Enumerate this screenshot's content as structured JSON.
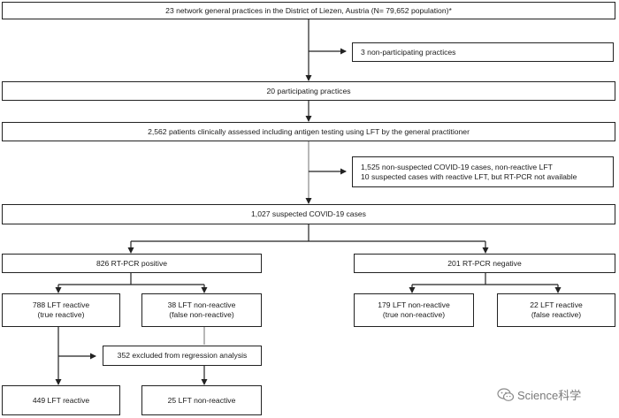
{
  "flowchart": {
    "top": "23 network general practices in the District of Liezen, Austria (N= 79,652 population)*",
    "non_participating": "3 non-participating practices",
    "participating": "20 participating practices",
    "assessed": "2,562 patients clinically assessed including antigen testing using LFT by the general practitioner",
    "excluded_lines": [
      "1,525 non-suspected COVID-19 cases, non-reactive LFT",
      "10 suspected cases with reactive LFT, but RT-PCR not available"
    ],
    "suspected": "1,027 suspected COVID-19 cases",
    "pcr_positive": "826 RT-PCR  positive",
    "pcr_negative": "201 RT-PCR negative",
    "lft_reactive_true": [
      "788 LFT reactive",
      "(true reactive)"
    ],
    "lft_nonreactive_false": [
      "38 LFT non-reactive",
      "(false non-reactive)"
    ],
    "lft_nonreactive_true": [
      "179 LFT non-reactive",
      "(true non-reactive)"
    ],
    "lft_reactive_false": [
      "22 LFT reactive",
      "(false reactive)"
    ],
    "regression_excluded": "352 excluded from regression analysis",
    "final_reactive": "449 LFT reactive",
    "final_nonreactive": "25 LFT non-reactive"
  },
  "watermark": {
    "icon": "wechat-icon",
    "text": "Science科学"
  }
}
